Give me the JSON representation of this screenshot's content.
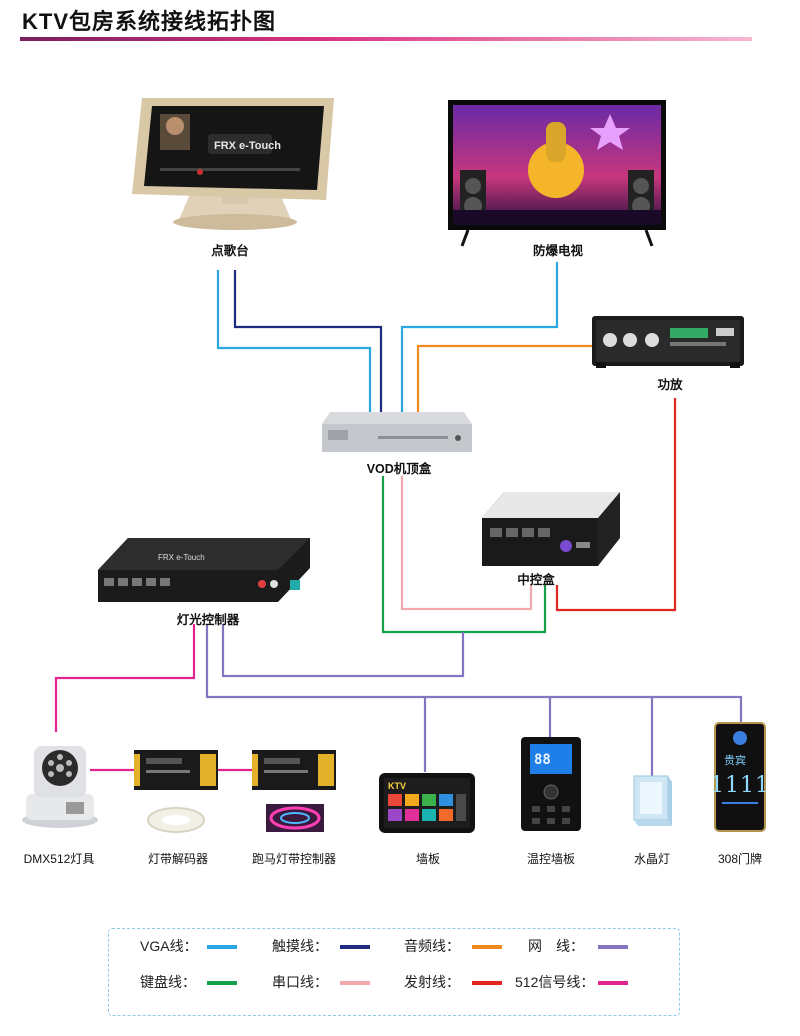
{
  "title": "KTV包房系统接线拓扑图",
  "colors": {
    "vga": "#2aa7e0",
    "touch": "#1f2b7e",
    "audio": "#ef8a1e",
    "network": "#8574c0",
    "keyboard": "#16a04a",
    "serial": "#f2a9ae",
    "emit": "#e0261e",
    "dmx512": "#e0268c"
  },
  "devices": {
    "song_station": "点歌台",
    "tv": "防爆电视",
    "amplifier": "功放",
    "vod_box": "VOD机顶盒",
    "central_box": "中控盒",
    "light_controller": "灯光控制器",
    "dmx_light": "DMX512灯具",
    "strip_decoder": "灯带解码器",
    "marquee_controller": "跑马灯带控制器",
    "wall_panel": "墙板",
    "thermo_panel": "温控墙板",
    "crystal_lamp": "水晶灯",
    "door_plate": "308门牌"
  },
  "screen_text": {
    "song_station_brand": "FRX e-Touch",
    "controller_brand": "FRX e-Touch",
    "wall_panel_brand": "KTV",
    "thermo_reading": "88",
    "door_plate_number": "1111",
    "door_plate_text": "贵宾"
  },
  "legend": [
    {
      "label": "VGA线：",
      "color": "#2aa7e0"
    },
    {
      "label": "触摸线：",
      "color": "#1f2b7e"
    },
    {
      "label": "音频线：",
      "color": "#ef8a1e"
    },
    {
      "label": "网　线：",
      "color": "#8574c0"
    },
    {
      "label": "键盘线：",
      "color": "#16a04a"
    },
    {
      "label": "串口线：",
      "color": "#f2a9ae"
    },
    {
      "label": "发射线：",
      "color": "#e0261e"
    },
    {
      "label": "512信号线：",
      "color": "#e0268c"
    }
  ]
}
